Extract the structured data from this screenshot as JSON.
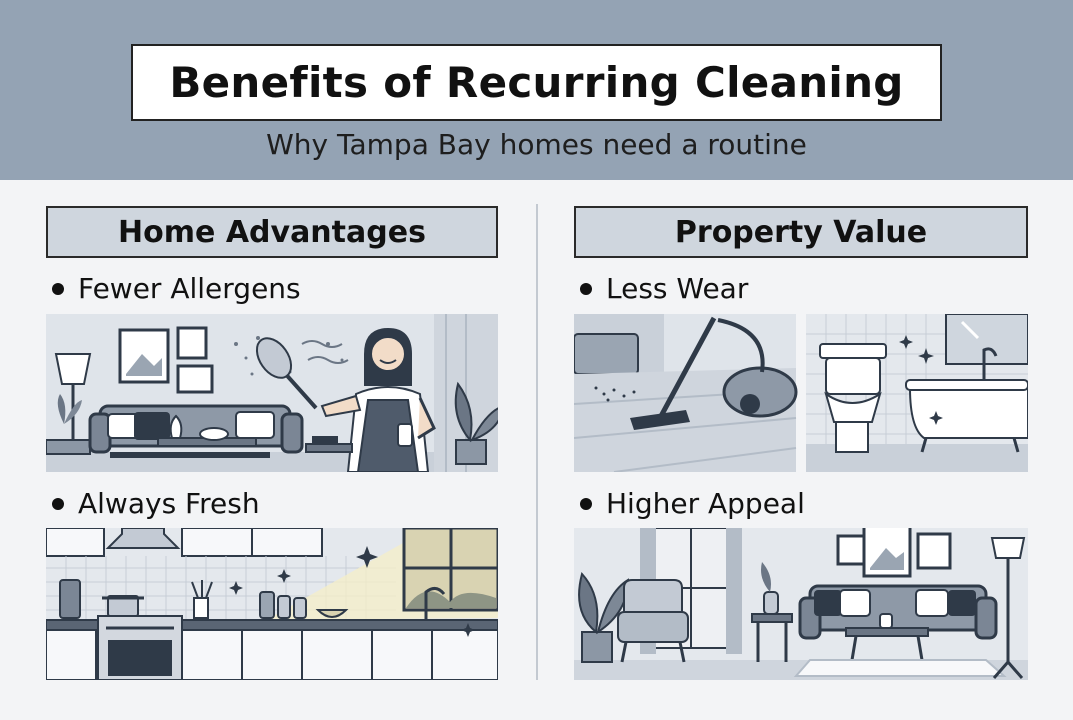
{
  "header": {
    "title": "Benefits of Recurring Cleaning",
    "subtitle": "Why Tampa Bay homes need a routine"
  },
  "sections": [
    {
      "heading": "Home Advantages",
      "items": [
        {
          "label": "Fewer Allergens",
          "illustration": "living-room-dusting-illustration"
        },
        {
          "label": "Always Fresh",
          "illustration": "kitchen-sunlight-illustration"
        }
      ]
    },
    {
      "heading": "Property Value",
      "items": [
        {
          "label": "Less Wear",
          "illustration": "vacuum-and-bathroom-illustration"
        },
        {
          "label": "Higher Appeal",
          "illustration": "staged-living-room-illustration"
        }
      ]
    }
  ],
  "colors": {
    "header_bg": "#94a3b4",
    "section_heading_bg": "#cfd6de",
    "illustration_bg": "#dfe4ea",
    "ink": "#2f3a48"
  }
}
